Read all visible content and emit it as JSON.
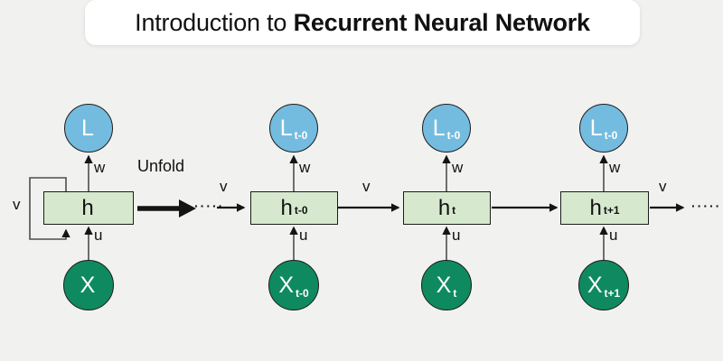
{
  "title": {
    "prefix": "Introduction to ",
    "emphasis": "Recurrent Neural Network"
  },
  "diagram": {
    "type": "rnn-unfolding-diagram",
    "labels": {
      "w": "w",
      "u": "u",
      "v": "v",
      "unfold": "Unfold",
      "ellipsis": "·····"
    },
    "units": [
      {
        "name": "folded",
        "L": {
          "main": "L",
          "sub": ""
        },
        "h": {
          "main": "h",
          "sub": ""
        },
        "X": {
          "main": "X",
          "sub": ""
        }
      },
      {
        "name": "t-0",
        "L": {
          "main": "L",
          "sub": "t-0"
        },
        "h": {
          "main": "h",
          "sub": "t-0"
        },
        "X": {
          "main": "X",
          "sub": "t-0"
        }
      },
      {
        "name": "t",
        "L": {
          "main": "L",
          "sub": "t-0"
        },
        "h": {
          "main": "h",
          "sub": "t"
        },
        "X": {
          "main": "X",
          "sub": "t"
        }
      },
      {
        "name": "t+1",
        "L": {
          "main": "L",
          "sub": "t-0"
        },
        "h": {
          "main": "h",
          "sub": "t+1"
        },
        "X": {
          "main": "X",
          "sub": "t+1"
        }
      }
    ],
    "colors": {
      "background": "#f1f1ef",
      "title_card": "#ffffff",
      "output_node": "#74bcdf",
      "input_node": "#0f8a60",
      "hidden_node": "#d6e9ce",
      "node_border": "#1c1c1c",
      "arrow": "#141414",
      "thin_line": "#4d4d4d"
    }
  }
}
